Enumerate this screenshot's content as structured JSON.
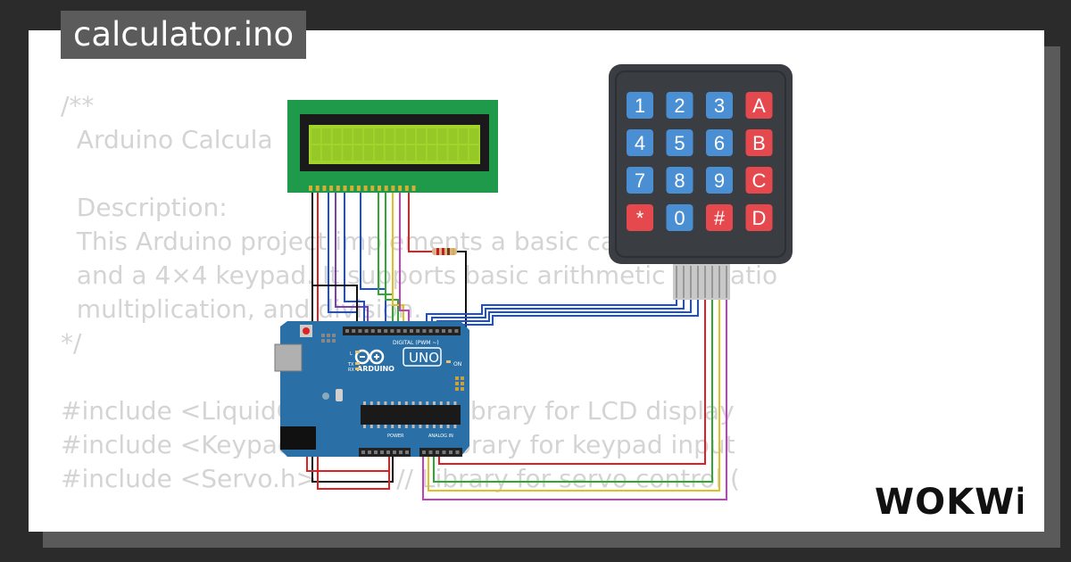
{
  "title": "calculator.ino",
  "code_lines": [
    "/**",
    "  Arduino Calcula",
    "",
    "  Description:",
    "  This Arduino project implements a basic calculator usin",
    "  and a 4×4 keypad. It supports basic arithmetic operatio",
    "  multiplication, and division.",
    "*/",
    "",
    "#include <LiquidCrystal.h>  // Library for LCD display",
    "#include <Keypad.h>         // Library for keypad input",
    "#include <Servo.h>          // Library for servo control ("
  ],
  "keypad": {
    "keys": [
      [
        "1",
        "2",
        "3",
        "A"
      ],
      [
        "4",
        "5",
        "6",
        "B"
      ],
      [
        "7",
        "8",
        "9",
        "C"
      ],
      [
        "*",
        "0",
        "#",
        "D"
      ]
    ],
    "colors": {
      "number": "#4a8fd4",
      "special": "#e5484d",
      "body": "#3a3d42"
    }
  },
  "arduino": {
    "logo_text": "ARDUINO",
    "model": "UNO",
    "digital_label": "DIGITAL (PWM ~)",
    "analog_label": "ANALOG IN",
    "power_label": "POWER",
    "on_label": "ON",
    "l_label": "L",
    "tx_label": "TX",
    "rx_label": "RX",
    "color": "#2a6fa5"
  },
  "lcd": {
    "screen_color": "#a3d42c",
    "board_color": "#1f9a4a"
  },
  "brand": "WOKWi"
}
